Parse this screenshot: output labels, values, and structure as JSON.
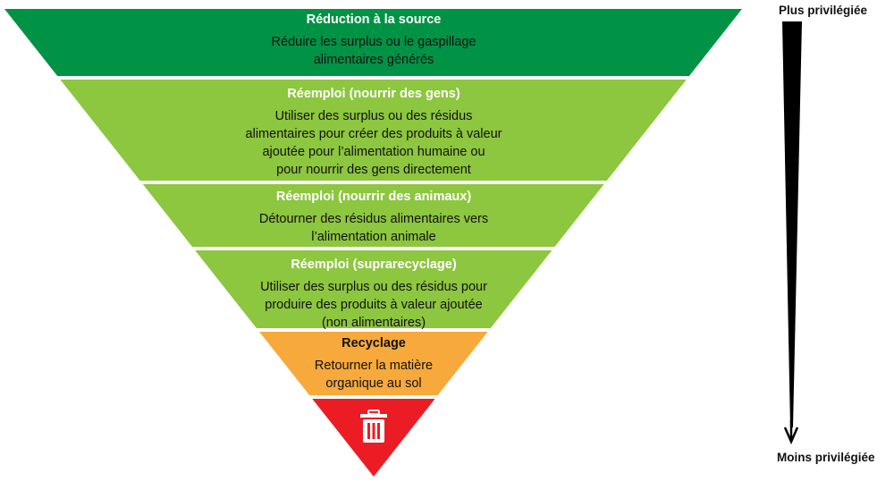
{
  "colors": {
    "dark_green": "#009245",
    "light_green": "#8dc63f",
    "orange": "#f7a93b",
    "red": "#ec1c24",
    "white_text": "#ffffff",
    "black_text": "#111111"
  },
  "tiers": [
    {
      "title": "Réduction à la source",
      "description_lines": [
        "Réduire les surplus ou le gaspillage",
        "alimentaires générés"
      ],
      "fill": "#009245",
      "title_color": "#ffffff",
      "desc_color": "#111111"
    },
    {
      "title": "Réemploi (nourrir des gens)",
      "description_lines": [
        "Utiliser des surplus ou des résidus",
        "alimentaires pour créer des produits à valeur",
        "ajoutée pour l’alimentation humaine ou",
        "pour nourrir des gens directement"
      ],
      "fill": "#8dc63f",
      "title_color": "#ffffff",
      "desc_color": "#111111"
    },
    {
      "title": "Réemploi (nourrir des animaux)",
      "description_lines": [
        "Détourner des résidus alimentaires vers",
        "l’alimentation animale"
      ],
      "fill": "#8dc63f",
      "title_color": "#ffffff",
      "desc_color": "#111111"
    },
    {
      "title": "Réemploi (suprarecyclage)",
      "description_lines": [
        "Utiliser des surplus ou des résidus pour",
        "produire des produits à valeur ajoutée",
        "(non alimentaires)"
      ],
      "fill": "#8dc63f",
      "title_color": "#ffffff",
      "desc_color": "#111111"
    },
    {
      "title": "Recyclage",
      "description_lines": [
        "Retourner la matière",
        "organique au sol"
      ],
      "fill": "#f7a93b",
      "title_color": "#111111",
      "desc_color": "#111111"
    },
    {
      "title": "",
      "icon": "trash-can-icon",
      "description_lines": [],
      "fill": "#ec1c24"
    }
  ],
  "scale": {
    "top_label": "Plus privilégiée",
    "bottom_label": "Moins privilégiée"
  }
}
